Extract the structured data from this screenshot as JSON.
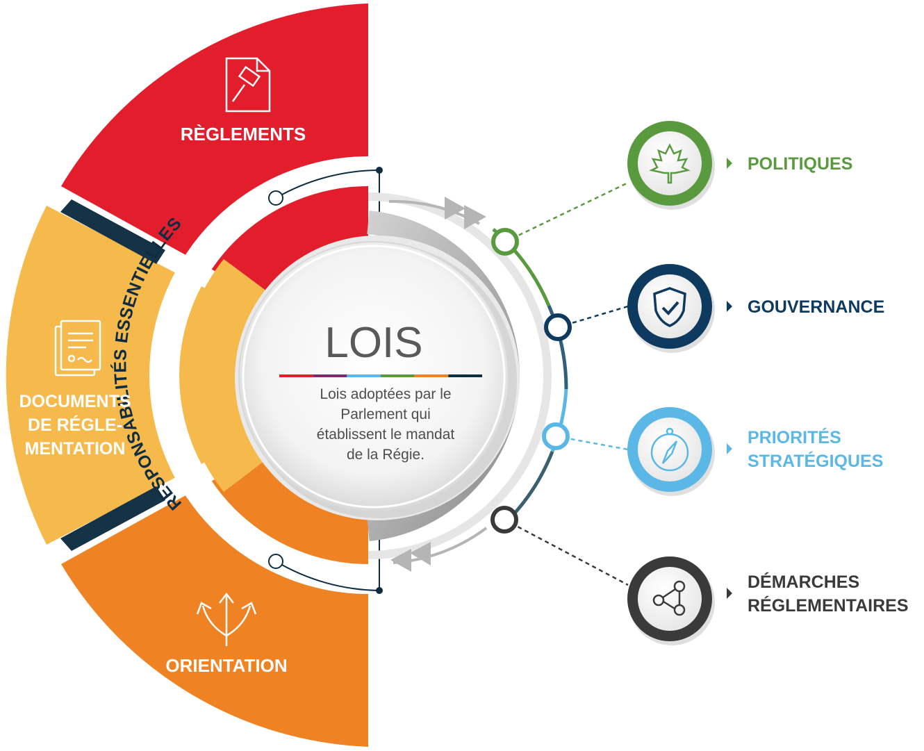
{
  "segments": {
    "reglements": {
      "label": "RÈGLEMENTS",
      "color": "#e31e2c",
      "icon": "gavel-document-icon"
    },
    "documents": {
      "lines": [
        "DOCUMENTS",
        "DE RÉGLE-",
        "MENTATION"
      ],
      "color": "#f6b94c",
      "icon": "documents-stack-icon"
    },
    "orientation": {
      "label": "ORIENTATION",
      "color": "#ef8222",
      "icon": "split-arrows-icon"
    }
  },
  "ring_text": "RESPONSABILITÉS ESSENTIELLES",
  "center": {
    "title": "LOIS",
    "description": [
      "Lois adoptées par le",
      "Parlement qui",
      "établissent le mandat",
      "de la Régie."
    ],
    "stripe_colors": [
      "#e31e2c",
      "#7a2a6e",
      "#5bb8e6",
      "#5a9a3e",
      "#ef8222",
      "#0e2d42"
    ]
  },
  "right_items": [
    {
      "lines": [
        "POLITIQUES"
      ],
      "color": "#5a9a3e",
      "icon": "maple-leaf-icon"
    },
    {
      "lines": [
        "GOUVERNANCE"
      ],
      "color": "#0e3a5f",
      "icon": "shield-check-icon"
    },
    {
      "lines": [
        "PRIORITÉS",
        "STRATÉGIQUES"
      ],
      "color": "#5bb8e6",
      "icon": "compass-icon"
    },
    {
      "lines": [
        "DÉMARCHES",
        "RÉGLEMENTAIRES"
      ],
      "color": "#3a3a3a",
      "icon": "network-nodes-icon"
    }
  ]
}
